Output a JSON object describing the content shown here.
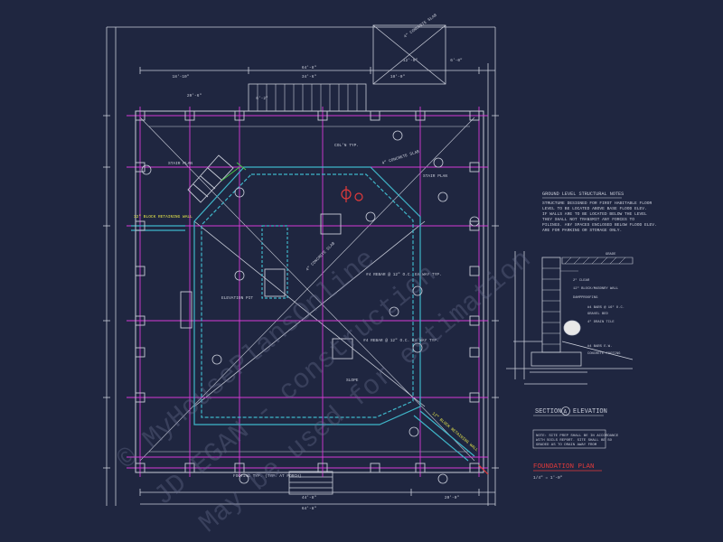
{
  "colors": {
    "background": "#1f2640",
    "line": "#c8ccd8",
    "magenta": "#d63ad6",
    "cyan": "#3fb6c9",
    "yellow": "#e8e84a",
    "green": "#49d14a",
    "red": "#e23a3a",
    "watermark": "#6a7090"
  },
  "labels": {
    "concrete_slab_top": "4\" CONCRETE SLAB",
    "concrete_slab_mid": "4\" CONCRETE SLAB",
    "concrete_slab_diag": "4\" CONCRETE SLAB",
    "retaining_wall_left": "12\" BLOCK RETAINING WALL",
    "retaining_wall_right": "12\" BLOCK RETAINING WALL",
    "elevation_pit": "ELEVATION PIT",
    "slope": "SLOPE",
    "stair_left": "STAIR PLAN",
    "stair_right": "STAIR PLAN",
    "col_typ": "COL'N TYP.",
    "notes_rebar_1": "#4 REBAR @ 12\" O.C. EA WAY TYP.",
    "notes_rebar_2": "#4 REBAR @ 12\" O.C. EA WAY TYP.",
    "footing_bottom": "FOOTING TYP. (TYP. AT PORCH)"
  },
  "dimensions": {
    "top_overall": "64'-8\"",
    "top_sub": "34'-6\"",
    "top_left": "18'-10\"",
    "top_a": "20'-6\"",
    "top_b": "6'-2\"",
    "top_c": "10'-0\"",
    "top_d": "6'-0\"",
    "top_e": "12'-0\"",
    "bottom_overall": "64'-8\"",
    "bottom_sub": "44'-8\"",
    "bottom_right": "20'-0\""
  },
  "notes": {
    "title": "GROUND LEVEL STRUCTURAL NOTES",
    "body": [
      "STRUCTURE DESIGNED FOR FIRST HABITABLE FLOOR",
      "LEVEL TO BE LOCATED ABOVE BASE FLOOD ELEV.",
      "IF WALLS ARE TO BE LOCATED BELOW THE LEVEL",
      "THEY SHALL NOT TRANSMIT ANY FORCES TO",
      "PILINGS. ANY SPACES ENCLOSED BELOW FLOOD ELEV.",
      "ARE FOR PARKING OR STORAGE ONLY."
    ]
  },
  "section": {
    "title": "SECTION",
    "marker": "A",
    "suffix": "ELEVATION",
    "callouts": [
      "GRADE",
      "2\" CLEAR",
      "12\" BLOCK/MASONRY WALL",
      "DAMPPROOFING",
      "#4 BARS @ 16\" O.C.",
      "GRAVEL BED",
      "4\" DRAIN TILE",
      "#4 BARS E.W.",
      "CONCRETE FOOTING"
    ]
  },
  "verify_note": [
    "NOTE: SITE PREP SHALL BE IN ACCORDANCE",
    "WITH SOILS REPORT. SITE SHALL BE SO",
    "GRADED AS TO DRAIN AWAY FROM"
  ],
  "plan_title": "FOUNDATION PLAN",
  "scale": "1/4\" = 1'-0\"",
  "watermark": [
    "© MyHousePlansOnline",
    "JD EGAN - construction",
    "May be used for estimation"
  ]
}
